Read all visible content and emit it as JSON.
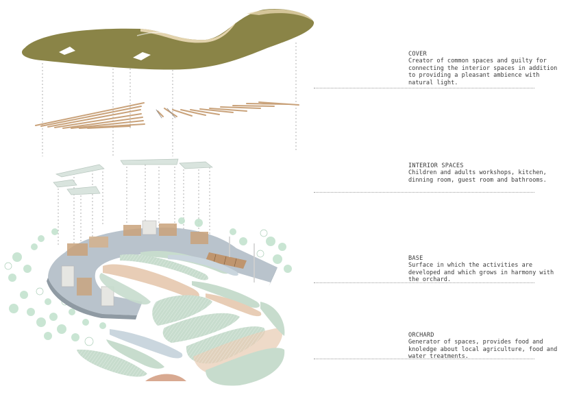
{
  "layers": [
    {
      "title": "COVER",
      "description": "Creator of common spaces and guilty for connecting the interior spaces in addition to providing a pleasant ambience with natural light."
    },
    {
      "title": "INTERIOR SPACES",
      "description": "Children and adults workshops, kitchen, dinning room, guest room and bathrooms."
    },
    {
      "title": "BASE",
      "description": "Surface in which the activities are developed and which grows in harmony with the orchard."
    },
    {
      "title": "ORCHARD",
      "description": "Generator of spaces, provides food and knoledge about local agriculture, food and water treatments."
    }
  ],
  "colors": {
    "roof": "#8a8447",
    "roof_edge": "#e9d9b4",
    "timber": "#c9a27a",
    "base": "#b9c3cc",
    "orchard_green": "#c7dccd",
    "orchard_peach": "#e8cdb6",
    "orchard_blue": "#cad6de",
    "foliage": "#c4e3cf",
    "text": "#3a3a3a",
    "rule": "#9a9a9a"
  }
}
